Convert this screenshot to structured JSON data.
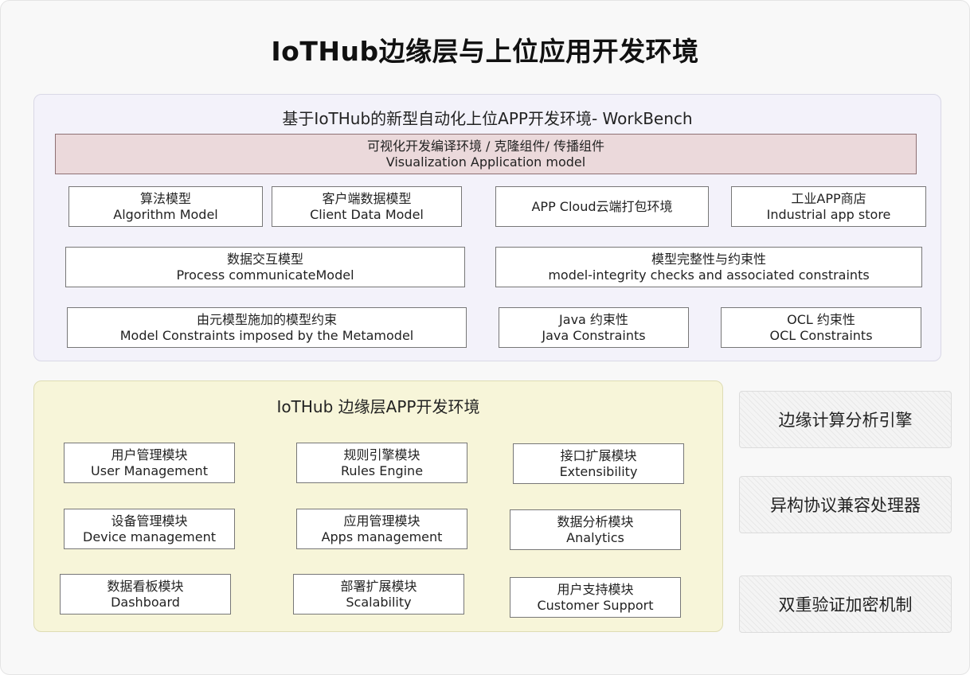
{
  "title": "IoTHub边缘层与上位应用开发环境",
  "workbench": {
    "title": "基于IoTHub的新型自动化上位APP开发环境- WorkBench",
    "banner": {
      "zh": "可视化开发编译环境 / 克隆组件/ 传播组件",
      "en": "Visualization Application model"
    },
    "boxes": [
      {
        "zh": "算法模型",
        "en": "Algorithm Model"
      },
      {
        "zh": "客户端数据模型",
        "en": "Client Data Model"
      },
      {
        "zh": "APP Cloud云端打包环境"
      },
      {
        "zh": "工业APP商店",
        "en": "Industrial app store"
      },
      {
        "zh": "数据交互模型",
        "en": "Process communicateModel"
      },
      {
        "zh": "模型完整性与约束性",
        "en": "model-integrity checks and associated constraints"
      },
      {
        "zh": "由元模型施加的模型约束",
        "en": "Model Constraints imposed by the Metamodel"
      },
      {
        "zh": "Java 约束性",
        "en": "Java Constraints"
      },
      {
        "zh": "OCL 约束性",
        "en": "OCL Constraints"
      }
    ]
  },
  "edge": {
    "title": "IoTHub 边缘层APP开发环境",
    "modules": [
      {
        "zh": "用户管理模块",
        "en": "User Management"
      },
      {
        "zh": "规则引擎模块",
        "en": "Rules Engine"
      },
      {
        "zh": "接口扩展模块",
        "en": "Extensibility"
      },
      {
        "zh": "设备管理模块",
        "en": "Device management"
      },
      {
        "zh": "应用管理模块",
        "en": "Apps management"
      },
      {
        "zh": "数据分析模块",
        "en": "Analytics"
      },
      {
        "zh": "数据看板模块",
        "en": "Dashboard"
      },
      {
        "zh": "部署扩展模块",
        "en": "Scalability"
      },
      {
        "zh": "用户支持模块",
        "en": "Customer Support"
      }
    ]
  },
  "side": [
    {
      "label": "边缘计算分析引擎"
    },
    {
      "label": "异构协议兼容处理器"
    },
    {
      "label": "双重验证加密机制"
    }
  ],
  "colors": {
    "background": "#f8f8f8",
    "workbench_panel": "#f3f2fa",
    "edge_panel": "#f7f5d9",
    "banner": "#ebd9db",
    "box": "#ffffff"
  }
}
